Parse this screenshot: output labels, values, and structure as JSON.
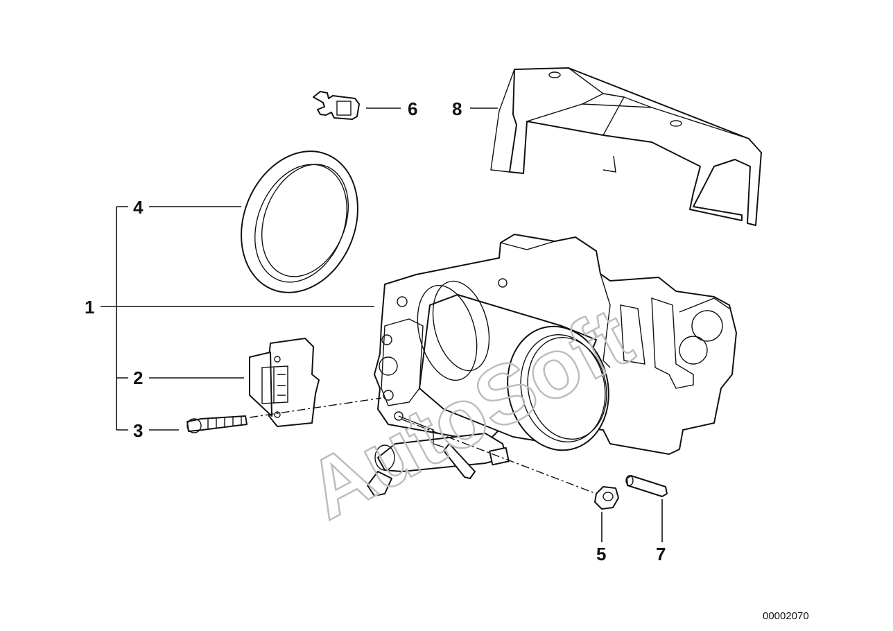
{
  "diagram": {
    "callouts": [
      {
        "id": "1",
        "label": "1"
      },
      {
        "id": "2",
        "label": "2"
      },
      {
        "id": "3",
        "label": "3"
      },
      {
        "id": "4",
        "label": "4"
      },
      {
        "id": "5",
        "label": "5"
      },
      {
        "id": "6",
        "label": "6"
      },
      {
        "id": "7",
        "label": "7"
      },
      {
        "id": "8",
        "label": "8"
      }
    ],
    "document_number": "00002070",
    "watermark": "AutoSoft",
    "colors": {
      "ink": "#111111",
      "watermark": "#bdbdbd",
      "background": "#ffffff"
    }
  }
}
